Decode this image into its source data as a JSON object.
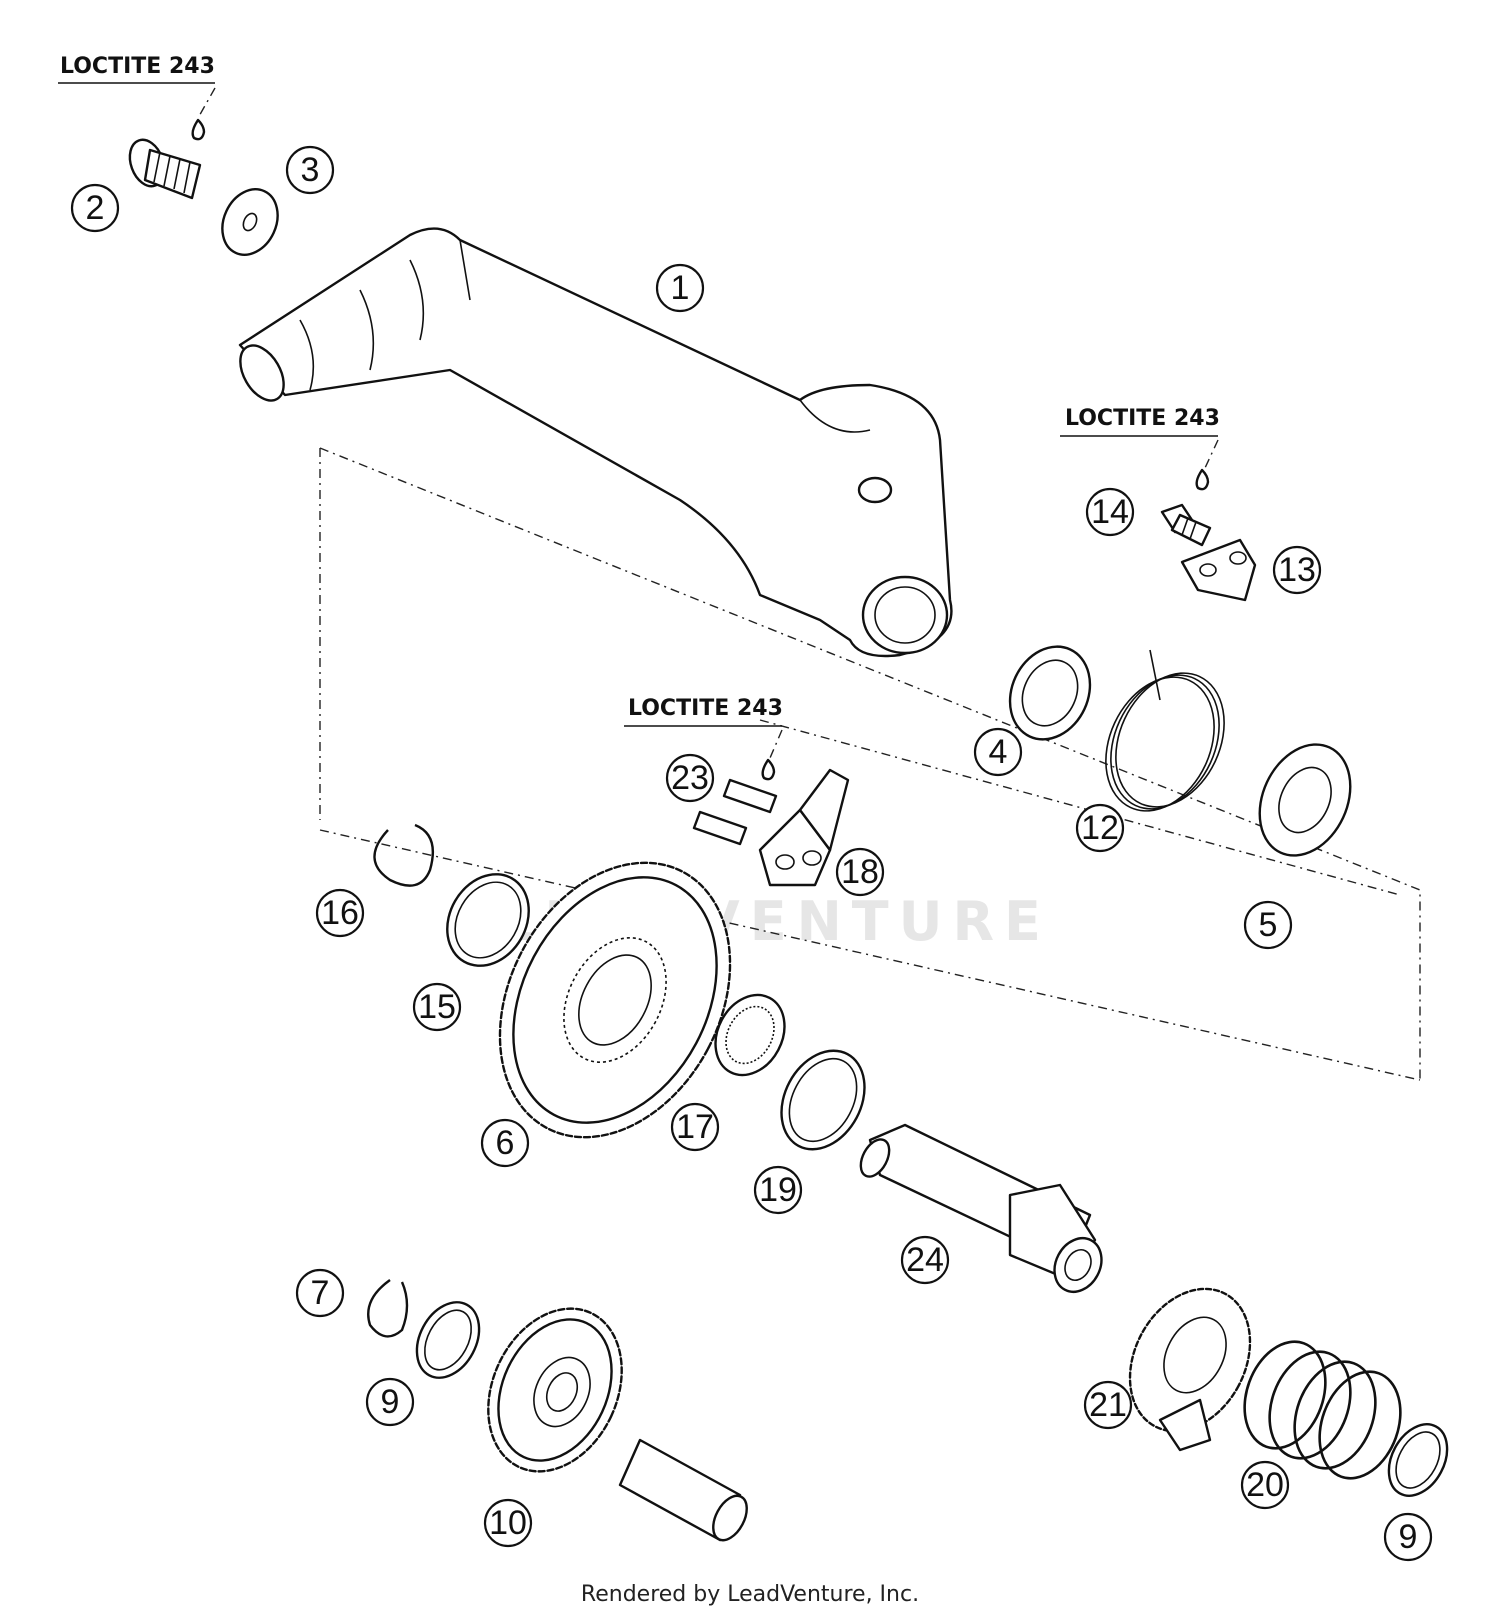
{
  "watermark": "LEADVENTURE",
  "footer": {
    "credit": "Rendered by LeadVenture, Inc."
  },
  "loctite_notes": [
    {
      "id": "loctite-screw-2",
      "text": "LOCTITE 243"
    },
    {
      "id": "loctite-screw-14",
      "text": "LOCTITE 243"
    },
    {
      "id": "loctite-screw-23",
      "text": "LOCTITE 243"
    }
  ],
  "callouts": [
    "1",
    "2",
    "3",
    "4",
    "5",
    "6",
    "7",
    "9",
    "10",
    "12",
    "13",
    "14",
    "15",
    "16",
    "17",
    "18",
    "19",
    "20",
    "21",
    "23",
    "24",
    "9"
  ],
  "colors": {
    "line": "#111111",
    "background": "#ffffff",
    "watermark": "#e6e6e6"
  }
}
